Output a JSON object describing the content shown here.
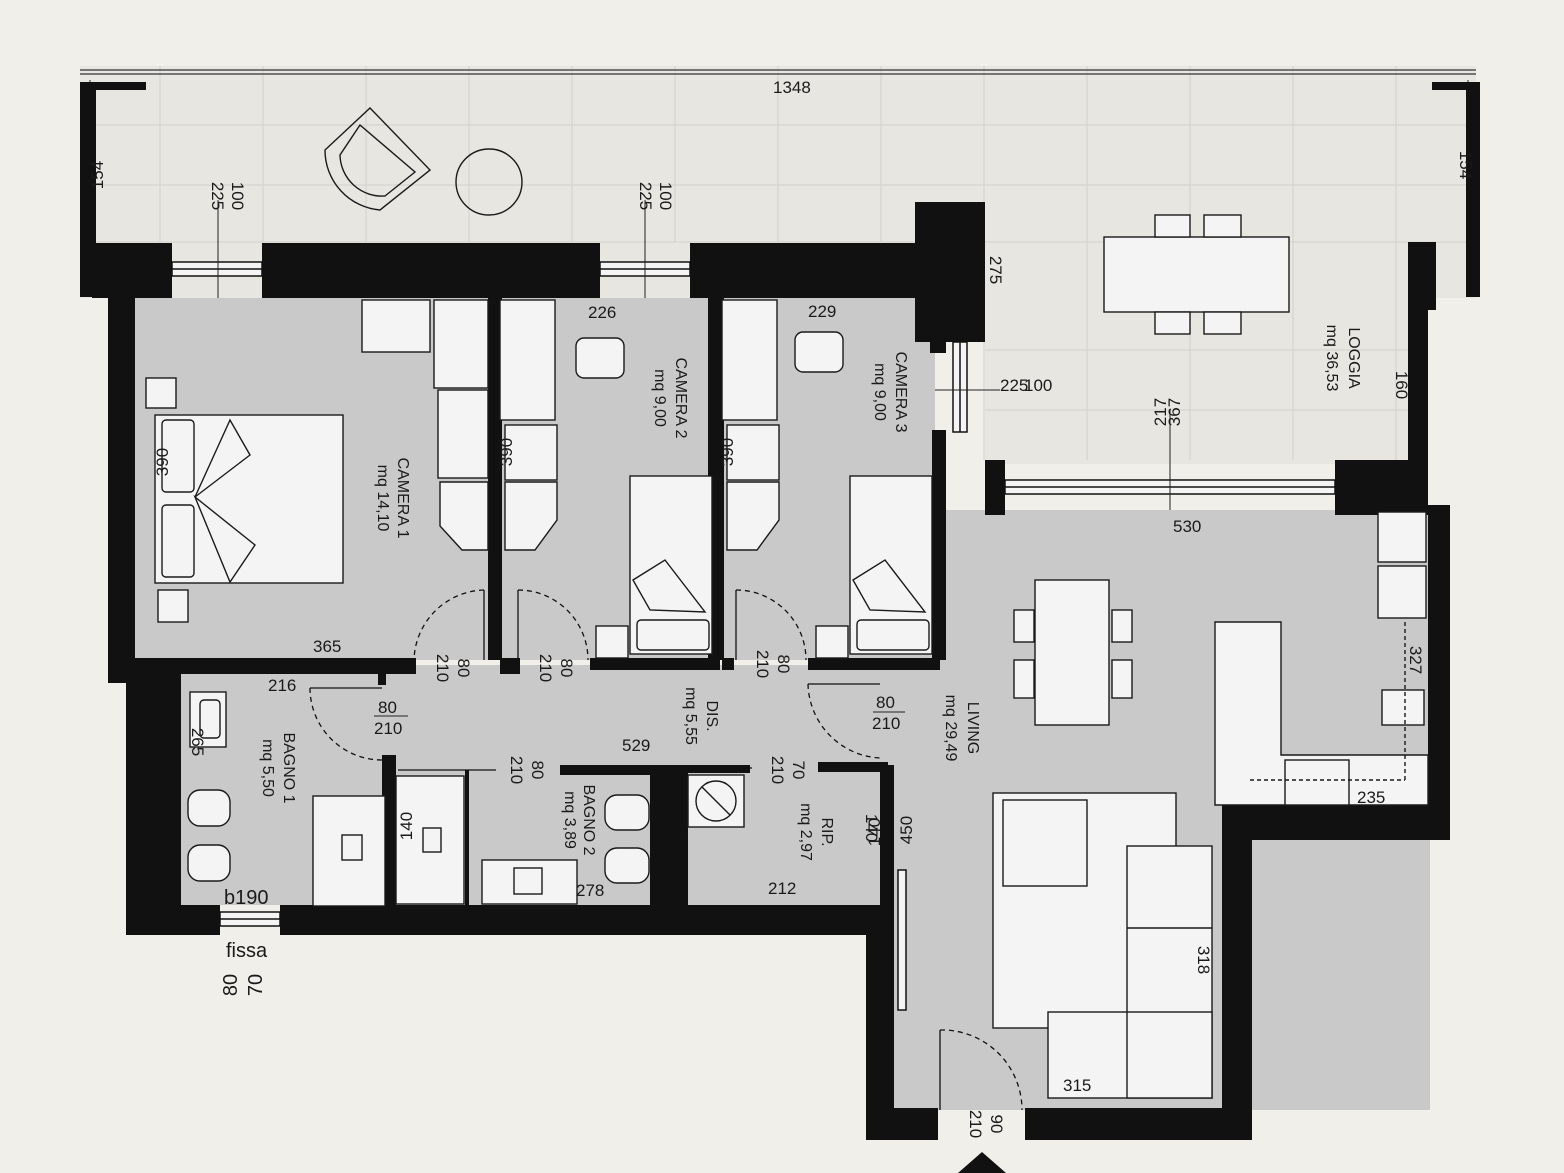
{
  "dims": {
    "top_width": "1348",
    "loggia_left_h": "154",
    "loggia_right_h": "154",
    "win1_a": "225",
    "win1_b": "100",
    "win2_a": "225",
    "win2_b": "100",
    "pillar_h": "275",
    "loggia_door_a": "225",
    "loggia_door_b": "100",
    "loggia_mid_a": "367",
    "loggia_mid_b": "217",
    "loggia_right": "160",
    "c1_wardrobe": "390",
    "c2_wardrobe": "390",
    "c3_wardrobe": "390",
    "c2_top": "226",
    "c3_top": "229",
    "c1_bottom": "365",
    "living_top": "530",
    "door1_w": "80",
    "door1_h": "210",
    "door2_w": "80",
    "door2_h": "210",
    "door3_w": "80",
    "door3_h": "210",
    "door_b1_w": "80",
    "door_b1_h": "210",
    "door_living_w": "80",
    "door_living_h": "210",
    "bagno1_top": "216",
    "bagno1_side": "265",
    "dis_len": "529",
    "door_b2_w": "80",
    "door_b2_h": "210",
    "door_rip_w": "70",
    "door_rip_h": "210",
    "shower1": "140",
    "shower2": "140",
    "bagno2_bottom": "278",
    "rip_bottom": "212",
    "rip_side": "140",
    "living_side": "450",
    "kitchen_side": "327",
    "kitchen_bottom": "235",
    "sofa_side": "318",
    "living_bottom": "315",
    "window_b": "b190",
    "window_fissa": "fissa",
    "window_w": "80",
    "window_h": "70",
    "entry_w": "90",
    "entry_h": "210"
  },
  "rooms": {
    "camera1_name": "CAMERA 1",
    "camera1_area": "mq 14,10",
    "camera2_name": "CAMERA 2",
    "camera2_area": "mq 9,00",
    "camera3_name": "CAMERA 3",
    "camera3_area": "mq 9,00",
    "loggia_name": "LOGGIA",
    "loggia_area": "mq 36,53",
    "living_name": "LIVING",
    "living_area": "mq 29,49",
    "dis_name": "DIS.",
    "dis_area": "mq 5,55",
    "bagno1_name": "BAGNO 1",
    "bagno1_area": "mq 5,50",
    "bagno2_name": "BAGNO 2",
    "bagno2_area": "mq 3,89",
    "rip_name": "RIP.",
    "rip_area": "mq 2,97"
  },
  "colors": {
    "wall": "#111111",
    "floor": "#c9c9c9",
    "paper": "#f0efea",
    "loggia": "#e8e6e1",
    "furniture": "#f4f4f4"
  }
}
